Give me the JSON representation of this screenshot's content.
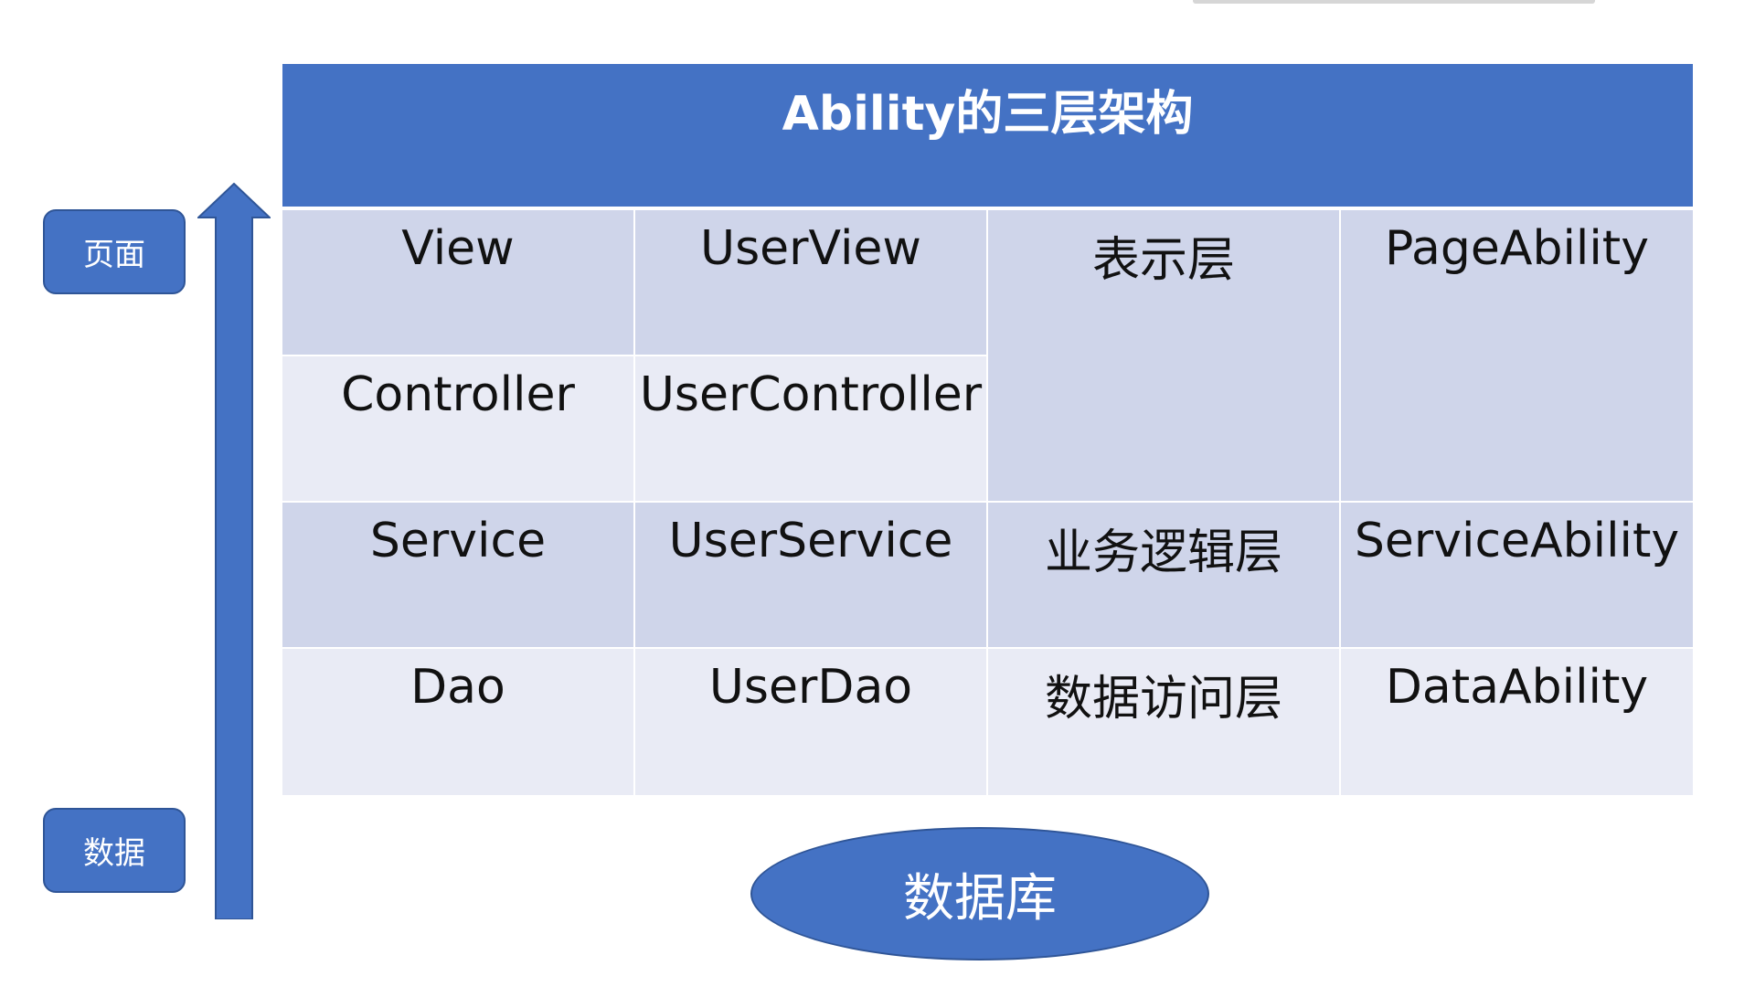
{
  "title": "Ability的三层架构",
  "side_labels": {
    "top": "页面",
    "bottom": "数据"
  },
  "rows": [
    {
      "layer": "View",
      "example": "UserView"
    },
    {
      "layer": "Controller",
      "example": "UserController"
    },
    {
      "layer": "Service",
      "example": "UserService"
    },
    {
      "layer": "Dao",
      "example": "UserDao"
    }
  ],
  "tiers": [
    {
      "name": "表示层",
      "ability": "PageAbility"
    },
    {
      "name": "业务逻辑层",
      "ability": "ServiceAbility"
    },
    {
      "name": "数据访问层",
      "ability": "DataAbility"
    }
  ],
  "database": "数据库",
  "colors": {
    "accent": "#4472c4",
    "accent_border": "#2f5597",
    "cell_dark": "#cfd5ea",
    "cell_light": "#e9ebf5"
  }
}
